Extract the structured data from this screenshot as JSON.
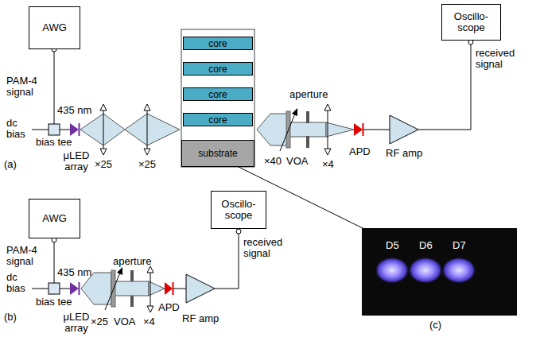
{
  "diagram": {
    "nodes": [
      {
        "text": [
          "AWG"
        ]
      },
      {
        "text": [
          "core"
        ]
      },
      {
        "text": [
          "core"
        ]
      },
      {
        "text": [
          "core"
        ]
      },
      {
        "text": [
          "core"
        ]
      },
      {
        "text": [
          "substrate"
        ]
      },
      {
        "text": [
          "Oscillo-scope"
        ]
      },
      {
        "text": [
          "AWG"
        ]
      },
      {
        "text": [
          "Oscillo-scope"
        ]
      }
    ],
    "labels": [
      "PAM-4 signal",
      "dc bias",
      "bias tee",
      "435 nm",
      "μLED array",
      "×25",
      "×25",
      "(a)",
      "×40",
      "VOA",
      "aperture",
      "×4",
      "APD",
      "RF amp",
      "received signal",
      "PAM-4 signal",
      "dc bias",
      "bias tee",
      "435 nm",
      "μLED array",
      "(b)",
      "×25",
      "VOA",
      "aperture",
      "×4",
      "APD",
      "RF amp",
      "received signal",
      "D5",
      "D6",
      "D7",
      "(c)"
    ]
  }
}
